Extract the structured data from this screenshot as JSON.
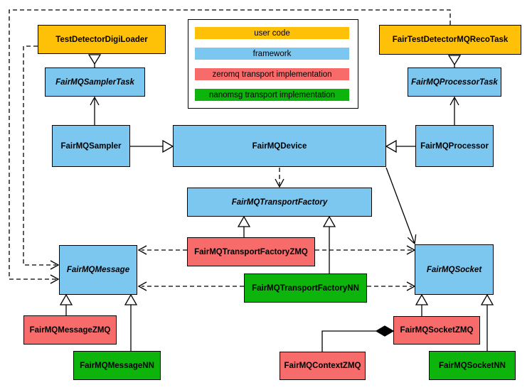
{
  "colors": {
    "user_code": "#FFC107",
    "framework": "#7CC7F0",
    "zeromq": "#F76B6B",
    "nanomsg": "#0CB40C",
    "line": "#000000",
    "background": "#FFFFFF"
  },
  "legend": {
    "items": [
      {
        "label": "user code",
        "color": "#FFC107"
      },
      {
        "label": "framework",
        "color": "#7CC7F0"
      },
      {
        "label": "zeromq transport implementation",
        "color": "#F76B6B"
      },
      {
        "label": "nanomsg transport implementation",
        "color": "#0CB40C"
      }
    ]
  },
  "nodes": {
    "test_detector_digi_loader": {
      "label": "TestDetectorDigiLoader",
      "category": "user code",
      "abstract": false
    },
    "fair_test_detector_mq_reco_task": {
      "label": "FairTestDetectorMQRecoTask",
      "category": "user code",
      "abstract": false
    },
    "fairmq_sampler_task": {
      "label": "FairMQSamplerTask",
      "category": "framework",
      "abstract": true
    },
    "fairmq_processor_task": {
      "label": "FairMQProcessorTask",
      "category": "framework",
      "abstract": true
    },
    "fairmq_sampler": {
      "label": "FairMQSampler",
      "category": "framework",
      "abstract": false
    },
    "fairmq_device": {
      "label": "FairMQDevice",
      "category": "framework",
      "abstract": false
    },
    "fairmq_processor": {
      "label": "FairMQProcessor",
      "category": "framework",
      "abstract": false
    },
    "fairmq_transport_factory": {
      "label": "FairMQTransportFactory",
      "category": "framework",
      "abstract": true
    },
    "fairmq_transport_factory_zmq": {
      "label": "FairMQTransportFactoryZMQ",
      "category": "zeromq",
      "abstract": false
    },
    "fairmq_transport_factory_nn": {
      "label": "FairMQTransportFactoryNN",
      "category": "nanomsg",
      "abstract": false
    },
    "fairmq_message": {
      "label": "FairMQMessage",
      "category": "framework",
      "abstract": true
    },
    "fairmq_socket": {
      "label": "FairMQSocket",
      "category": "framework",
      "abstract": true
    },
    "fairmq_message_zmq": {
      "label": "FairMQMessageZMQ",
      "category": "zeromq",
      "abstract": false
    },
    "fairmq_message_nn": {
      "label": "FairMQMessageNN",
      "category": "nanomsg",
      "abstract": false
    },
    "fairmq_context_zmq": {
      "label": "FairMQContextZMQ",
      "category": "zeromq",
      "abstract": false
    },
    "fairmq_socket_zmq": {
      "label": "FairMQSocketZMQ",
      "category": "zeromq",
      "abstract": false
    },
    "fairmq_socket_nn": {
      "label": "FairMQSocketNN",
      "category": "nanomsg",
      "abstract": false
    }
  },
  "edges": [
    {
      "from": "TestDetectorDigiLoader",
      "to": "FairMQSamplerTask",
      "type": "generalization"
    },
    {
      "from": "FairTestDetectorMQRecoTask",
      "to": "FairMQProcessorTask",
      "type": "generalization"
    },
    {
      "from": "FairMQSampler",
      "to": "FairMQSamplerTask",
      "type": "association-arrow"
    },
    {
      "from": "FairMQProcessor",
      "to": "FairMQProcessorTask",
      "type": "association-arrow"
    },
    {
      "from": "FairMQSampler",
      "to": "FairMQDevice",
      "type": "generalization"
    },
    {
      "from": "FairMQProcessor",
      "to": "FairMQDevice",
      "type": "generalization"
    },
    {
      "from": "FairMQDevice",
      "to": "FairMQTransportFactory",
      "type": "dashed-dependency"
    },
    {
      "from": "FairMQDevice",
      "to": "FairMQSocket",
      "type": "association-arrow"
    },
    {
      "from": "FairMQTransportFactoryZMQ",
      "to": "FairMQTransportFactory",
      "type": "generalization"
    },
    {
      "from": "FairMQTransportFactoryNN",
      "to": "FairMQTransportFactory",
      "type": "generalization"
    },
    {
      "from": "FairMQTransportFactoryZMQ",
      "to": "FairMQMessage",
      "type": "dashed-dependency"
    },
    {
      "from": "FairMQTransportFactoryZMQ",
      "to": "FairMQSocket",
      "type": "dashed-dependency"
    },
    {
      "from": "FairMQTransportFactoryNN",
      "to": "FairMQMessage",
      "type": "dashed-dependency"
    },
    {
      "from": "FairMQTransportFactoryNN",
      "to": "FairMQSocket",
      "type": "dashed-dependency"
    },
    {
      "from": "TestDetectorDigiLoader",
      "to": "FairMQMessage",
      "type": "dashed-dependency"
    },
    {
      "from": "FairTestDetectorMQRecoTask",
      "to": "FairMQMessage",
      "type": "dashed-dependency"
    },
    {
      "from": "FairMQMessageZMQ",
      "to": "FairMQMessage",
      "type": "generalization"
    },
    {
      "from": "FairMQMessageNN",
      "to": "FairMQMessage",
      "type": "generalization"
    },
    {
      "from": "FairMQSocketZMQ",
      "to": "FairMQSocket",
      "type": "generalization"
    },
    {
      "from": "FairMQSocketNN",
      "to": "FairMQSocket",
      "type": "generalization"
    },
    {
      "from": "FairMQContextZMQ",
      "to": "FairMQSocketZMQ",
      "type": "composition"
    }
  ]
}
